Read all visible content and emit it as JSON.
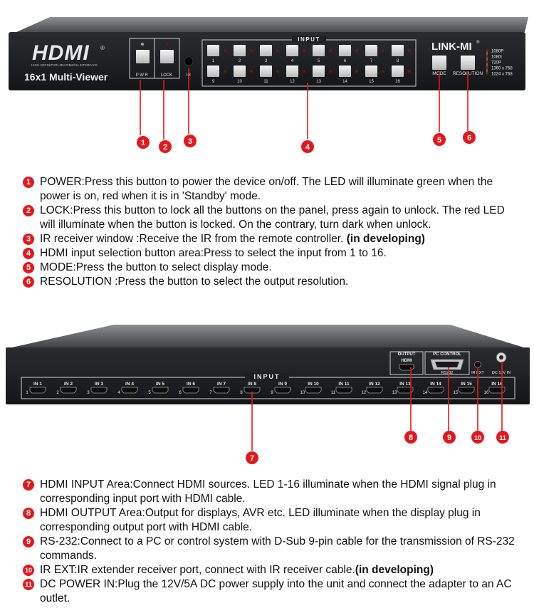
{
  "front_panel": {
    "logo": "HDMI",
    "logo_reg": "®",
    "logo_sub": "HIGH-DEFINITION MULTIMEDIA INTERFACE",
    "model": "16x1 Multi-Viewer",
    "pwr_label": "PWR",
    "lock_label": "LOCK",
    "ir_label": "IR",
    "input_label": "INPUT",
    "input_numbers": [
      "1",
      "2",
      "3",
      "4",
      "5",
      "6",
      "7",
      "8",
      "9",
      "10",
      "11",
      "12",
      "13",
      "14",
      "15",
      "16"
    ],
    "brand": "LINK-MI",
    "brand_reg": "®",
    "mode_label": "MODE",
    "resolution_label": "RESOLUTION",
    "resolutions": [
      "1080P",
      "1080i",
      "720P",
      "1360 x 768",
      "1024 x 768"
    ]
  },
  "rear_panel": {
    "input_label": "INPUT",
    "port_labels": [
      "IN 1",
      "IN 2",
      "IN 3",
      "IN 4",
      "IN 5",
      "IN 6",
      "IN 7",
      "IN 8",
      "IN 9",
      "IN 10",
      "IN 11",
      "IN 12",
      "IN 13",
      "IN 14",
      "IN 15",
      "IN 16"
    ],
    "port_numbers": [
      "1",
      "2",
      "3",
      "4",
      "5",
      "6",
      "7",
      "8",
      "9",
      "10",
      "11",
      "12",
      "13",
      "14",
      "15",
      "16"
    ],
    "output_label": "OUTPUT",
    "output_port_label": "HDMI",
    "pc_control_label": "PC CONTROL",
    "rs232_label": "RS232",
    "ir_ext_label": "IR EXT",
    "dc_label": "DC 12V IN"
  },
  "callouts": [
    "1",
    "2",
    "3",
    "4",
    "5",
    "6",
    "7",
    "8",
    "9",
    "10",
    "11"
  ],
  "descriptions_front": [
    {
      "num": "1",
      "text": "POWER:Press this button to power the device on/off. The LED will illuminate green when the power is on, red when it is in 'Standby' mode.",
      "bold": ""
    },
    {
      "num": "2",
      "text": "LOCK:Press this button to lock all the buttons on the panel, press again to unlock. The red LED will illuminate when the button is locked. On the contrary, turn dark when unlock.",
      "bold": ""
    },
    {
      "num": "3",
      "text": "IR receiver window :Receive the IR from the remote controller. ",
      "bold": "(in developing)"
    },
    {
      "num": "4",
      "text": "HDMI input selection button area:Press to select the input from 1 to 16.",
      "bold": ""
    },
    {
      "num": "5",
      "text": "MODE:Press the button to select display mode.",
      "bold": ""
    },
    {
      "num": "6",
      "text": "RESOLUTION :Press the button to select the output resolution.",
      "bold": ""
    }
  ],
  "descriptions_rear": [
    {
      "num": "7",
      "text": "HDMI INPUT Area:Connect HDMI sources. LED 1-16 illuminate when the HDMI signal plug in corresponding input port with HDMI cable.",
      "bold": ""
    },
    {
      "num": "8",
      "text": "HDMI OUTPUT Area:Output for displays, AVR etc. LED illuminate when the display plug in corresponding output port with HDMI cable.",
      "bold": ""
    },
    {
      "num": "9",
      "text": "RS-232:Connect to a PC or control system with D-Sub 9-pin cable for the transmission of RS-232 commands.",
      "bold": ""
    },
    {
      "num": "10",
      "text": "IR EXT:IR extender receiver port, connect with IR receiver cable.",
      "bold": "(in developing)"
    },
    {
      "num": "11",
      "text": "DC POWER IN:Plug the 12V/5A DC power supply into the unit and connect the adapter to an AC outlet.",
      "bold": ""
    }
  ]
}
